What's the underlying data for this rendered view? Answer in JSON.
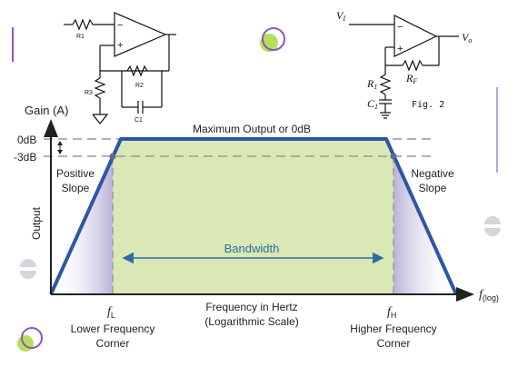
{
  "circuit1": {
    "r1": "R1",
    "r2": "R2",
    "r3": "R3",
    "c1": "C1",
    "minus": "−",
    "plus": "+"
  },
  "circuit2": {
    "vi_main": "V",
    "vi_sub": "I",
    "vo_main": "V",
    "vo_sub": "o",
    "r1_main": "R",
    "r1_sub": "1",
    "c1_main": "C",
    "c1_sub": "1",
    "rf_main": "R",
    "rf_sub": "F",
    "minus": "−",
    "plus": "+",
    "caption": "Fig. 2"
  },
  "graph": {
    "y_axis_title": "Gain (A)",
    "tick_0db": "0dB",
    "tick_3db": "-3dB",
    "output_label": "Output",
    "max_output_label": "Maximum Output or 0dB",
    "positive_slope_line1": "Positive",
    "positive_slope_line2": "Slope",
    "negative_slope_line1": "Negative",
    "negative_slope_line2": "Slope",
    "bandwidth_label": "Bandwidth",
    "fl_main": "f",
    "fl_sub": "L",
    "fh_main": "f",
    "fh_sub": "H",
    "f_axis_main": "f",
    "f_axis_sub": "(log)",
    "freq_label_line1": "Frequency in Hertz",
    "freq_label_line2": "(Logarithmic Scale)",
    "lower_corner_line1": "Lower Frequency",
    "lower_corner_line2": "Corner",
    "higher_corner_line1": "Higher Frequency",
    "higher_corner_line2": "Corner"
  },
  "colors": {
    "passband_fill": "#d9e8b4",
    "slope_fill": "#b9b3d9",
    "response_line": "#2f56a6",
    "bandwidth_arrow": "#2e6ca4",
    "dashed_guides": "#999999",
    "axis": "#222222",
    "deco_green": "#b7e05a",
    "deco_purple": "#8e56b8"
  }
}
